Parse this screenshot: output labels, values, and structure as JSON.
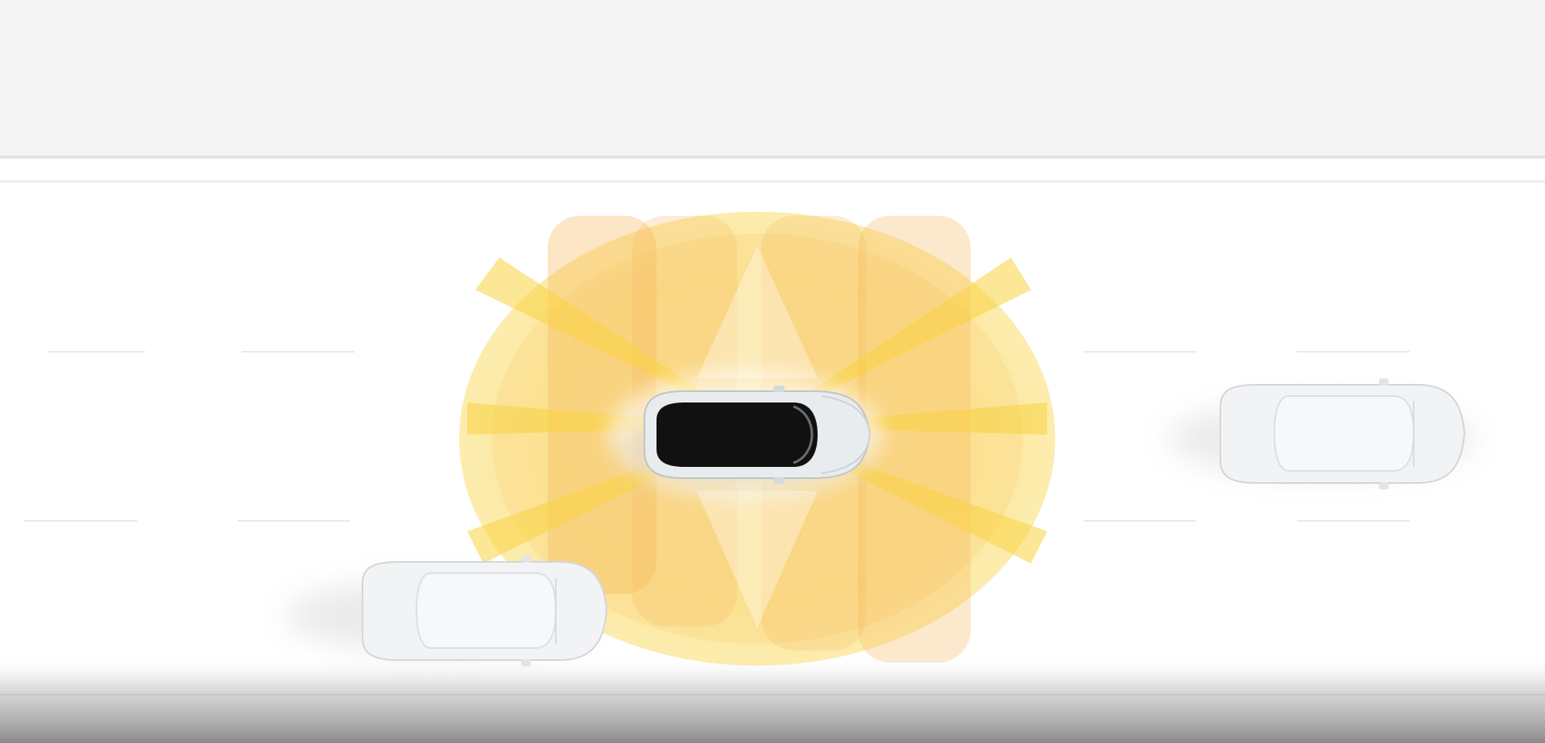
{
  "scene": {
    "subject": "autopilot-sensor-coverage",
    "colors": {
      "background": "#ffffff",
      "road_top_band": "#f3f3f3",
      "lane_marking": "#e6e6e6",
      "sensor_yellow": "#f9d341",
      "sensor_orange": "#f6b65a",
      "ego_car_body": "#e9ecee",
      "ego_car_glass": "#111111",
      "other_car_body": "#f2f3f4",
      "bottom_shade": "#8a8a8a"
    },
    "vehicles": [
      {
        "role": "ego-car",
        "heading": "right"
      },
      {
        "role": "ahead-car",
        "heading": "right"
      },
      {
        "role": "behind-car",
        "heading": "right"
      }
    ]
  }
}
